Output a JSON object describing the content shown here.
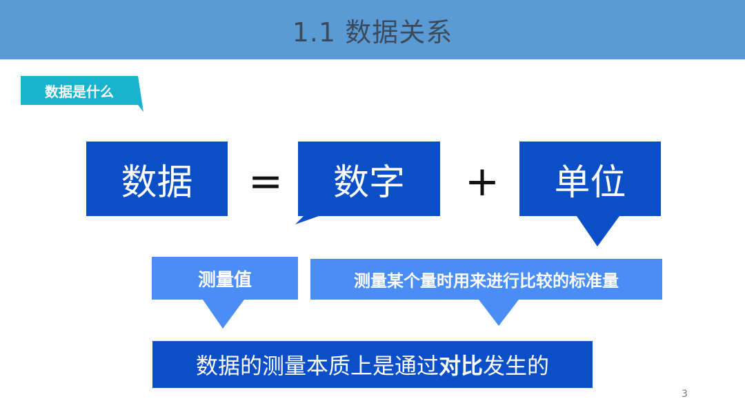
{
  "header": {
    "title": "1.1 数据关系"
  },
  "tag": {
    "label": "数据是什么"
  },
  "equation": {
    "term1": "数据",
    "equals": "=",
    "term2": "数字",
    "plus": "+",
    "term3": "单位"
  },
  "callouts": {
    "measure_value": "测量值",
    "standard": "测量某个量时用来进行比较的标准量"
  },
  "conclusion": {
    "before": "数据的测量本质上是通过",
    "emphasis": "对比",
    "after": "发生的"
  },
  "page_number": "3",
  "colors": {
    "header_bg": "#5b9bd5",
    "box_blue": "#0a4fc8",
    "callout_blue": "#4a8df5",
    "tag_cyan": "#1ab3cf"
  }
}
